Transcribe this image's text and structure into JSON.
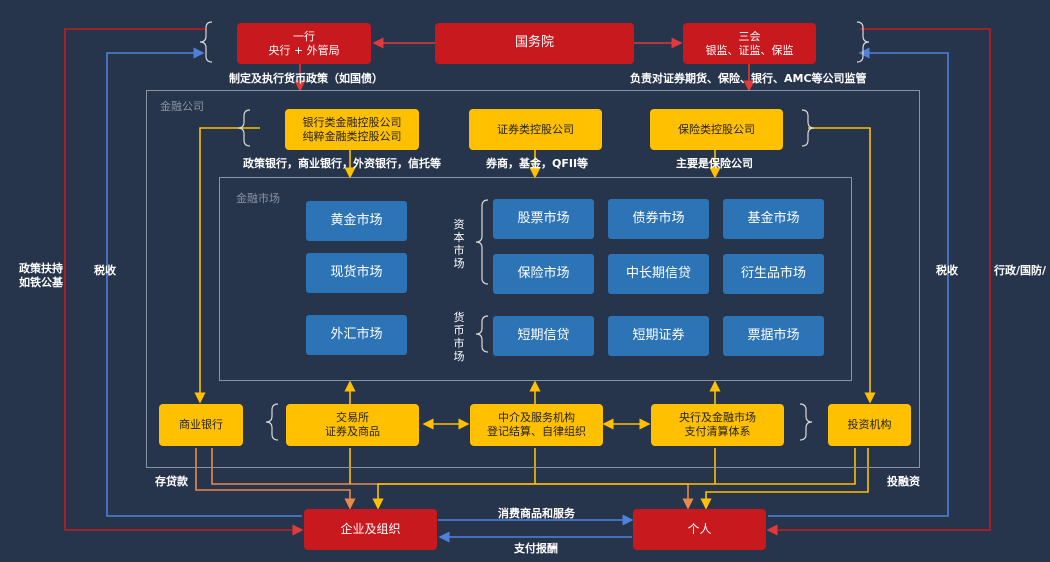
{
  "top": {
    "yihang": {
      "line1": "一行",
      "line2": "央行 + 外管局"
    },
    "guowuyuan": "国务院",
    "sanhui": {
      "line1": "三会",
      "line2": "银监、证监、保监"
    },
    "left_caption": "制定及执行货币政策（如国债）",
    "right_caption": "负责对证券期货、保险、银行、AMC等公司监管"
  },
  "financial_companies": {
    "title": "金融公司",
    "bank_holding": {
      "line1": "银行类金融控股公司",
      "line2": "纯粹金融类控股公司"
    },
    "securities_holding": "证券类控股公司",
    "insurance_holding": "保险类控股公司",
    "bank_caption": "政策银行，商业银行，外资银行，信托等",
    "securities_caption": "券商，基金，QFII等",
    "insurance_caption": "主要是保险公司"
  },
  "market": {
    "title": "金融市场",
    "capital_label": "资本市场",
    "money_label": "货币市场",
    "left_items": [
      "黄金市场",
      "现货市场",
      "外汇市场"
    ],
    "capital_items": [
      "股票市场",
      "债券市场",
      "基金市场",
      "保险市场",
      "中长期信贷",
      "衍生品市场"
    ],
    "money_items": [
      "短期信贷",
      "短期证券",
      "票据市场"
    ]
  },
  "infra": {
    "commercial_bank": "商业银行",
    "exchange": {
      "line1": "交易所",
      "line2": "证券及商品"
    },
    "intermediary": {
      "line1": "中介及服务机构",
      "line2": "登记结算、自律组织"
    },
    "clearing": {
      "line1": "央行及金融市场",
      "line2": "支付清算体系"
    },
    "investment": "投资机构"
  },
  "bottom": {
    "enterprise": "企业及组织",
    "individual": "个人",
    "deposit_loan": "存贷款",
    "invest_finance": "投融资",
    "consumer_goods": "消费商品和服务",
    "payment": "支付报酬"
  },
  "sides": {
    "far_left": {
      "line1": "政策扶持",
      "line2": "如铁公基"
    },
    "left_tax": "税收",
    "right_tax": "税收",
    "far_right": "行政/国防/"
  },
  "colors": {
    "background": "#26344c",
    "red": "#c8191e",
    "yellow": "#ffc000",
    "blue": "#2d74b6",
    "blue_line": "#4f81d9",
    "orange_line": "#e8894a",
    "frame": "#8a93a3"
  }
}
